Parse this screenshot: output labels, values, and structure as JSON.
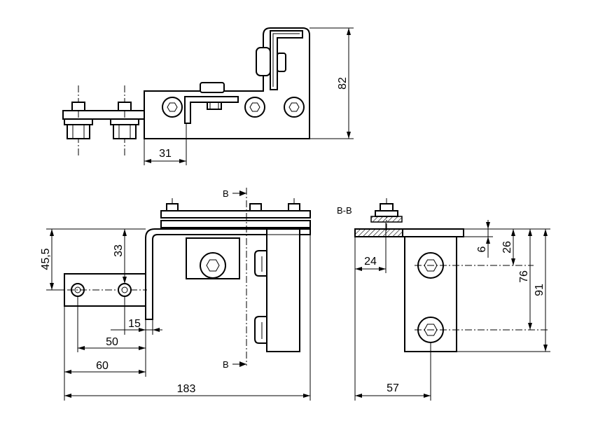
{
  "top_view": {
    "dims": {
      "height": "82",
      "offset": "31"
    }
  },
  "front_view": {
    "dims": {
      "h_45_5": "45,5",
      "h_33": "33",
      "w_15": "15",
      "w_50": "50",
      "w_60": "60",
      "w_183": "183"
    },
    "section_marks": {
      "top": "B",
      "bottom": "B"
    }
  },
  "section_view": {
    "title": "B-B",
    "dims": {
      "w_24": "24",
      "h_6": "6",
      "h_26": "26",
      "h_76": "76",
      "h_91": "91",
      "w_57": "57"
    }
  }
}
